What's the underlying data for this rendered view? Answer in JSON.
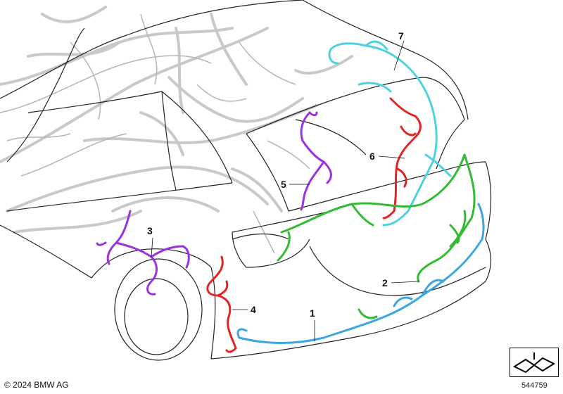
{
  "callouts": [
    {
      "id": "1",
      "label": "1"
    },
    {
      "id": "2",
      "label": "2"
    },
    {
      "id": "3",
      "label": "3"
    },
    {
      "id": "4",
      "label": "4"
    },
    {
      "id": "5",
      "label": "5"
    },
    {
      "id": "6",
      "label": "6"
    },
    {
      "id": "7",
      "label": "7"
    }
  ],
  "footer": {
    "copyright": "© 2024 BMW AG",
    "diagram_number": "544759"
  },
  "colors": {
    "harness_1": "#3aa7e0",
    "harness_2": "#33bb33",
    "harness_3": "#9a33dd",
    "harness_4": "#e02525",
    "harness_5": "#9a33dd",
    "harness_6": "#e02525",
    "harness_7": "#4fd2dd",
    "body_lines": "#222222",
    "background_wiring": "#c8c8c8"
  }
}
